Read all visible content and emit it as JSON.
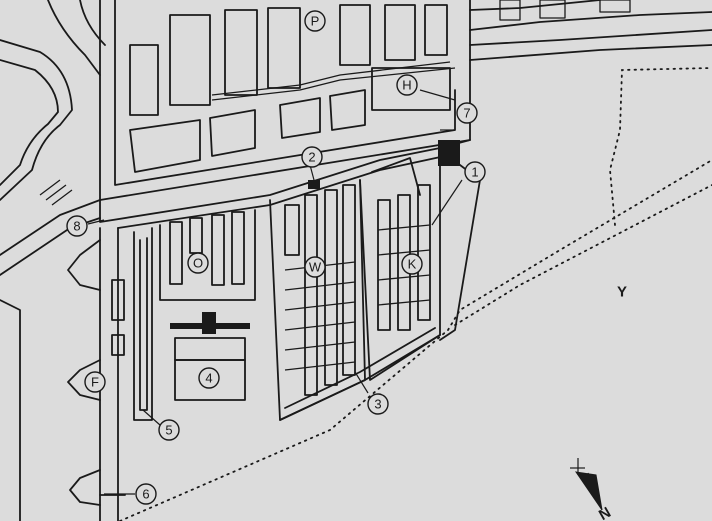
{
  "map": {
    "district_labels": {
      "P": "P",
      "H": "H",
      "O": "O",
      "W": "W",
      "K": "K",
      "F": "F",
      "Y": "Y"
    },
    "markers": {
      "m1": "1",
      "m2": "2",
      "m3": "3",
      "m4": "4",
      "m5": "5",
      "m6": "6",
      "m7": "7",
      "m8": "8"
    },
    "north_label": "N"
  }
}
